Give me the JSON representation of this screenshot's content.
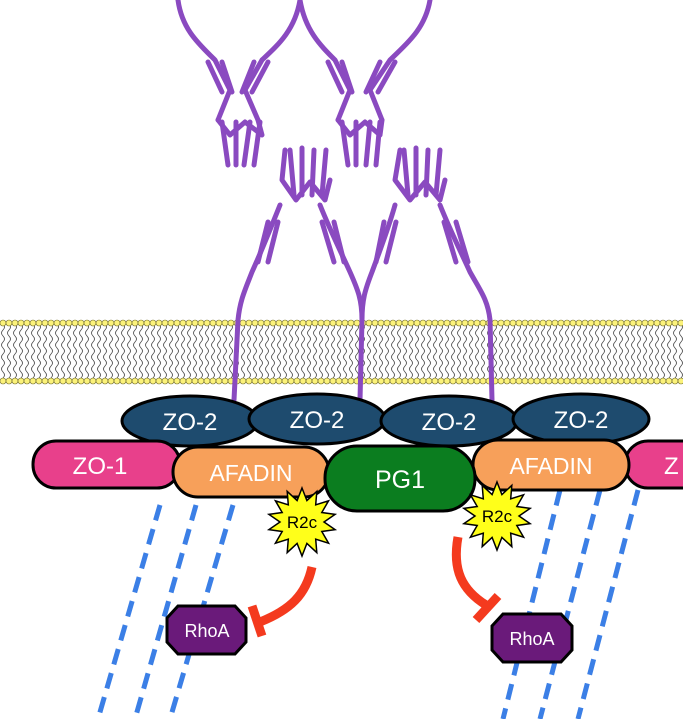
{
  "proteins": {
    "zo2": [
      "ZO-2",
      "ZO-2",
      "ZO-2",
      "ZO-2"
    ],
    "zo1_left": "ZO-1",
    "zo1_right_partial": "Z",
    "afadin_left": "AFADIN",
    "afadin_right": "AFADIN",
    "pg1": "PG1",
    "r2c_left": "R2c",
    "r2c_right": "R2c",
    "rhoa_left": "RhoA",
    "rhoa_right": "RhoA"
  },
  "colors": {
    "zo2": "#1e4b6e",
    "zo1": "#e8408b",
    "afadin": "#f7a05a",
    "pg1": "#0b7d1f",
    "r2c": "#ffff1a",
    "rhoa": "#6a1a7a",
    "inhibition_arrow": "#f43a1e",
    "filaments": "#3b7fe6",
    "cadherins": "#8a4ac0",
    "lipid_head": "#fbf27a"
  }
}
